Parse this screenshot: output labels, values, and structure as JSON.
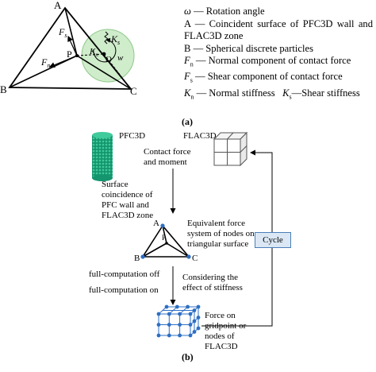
{
  "panel_a": {
    "vertices": {
      "a": "A",
      "b": "B",
      "c": "C",
      "p": "P",
      "o": "O"
    },
    "labels": {
      "fs": "F",
      "fs_sub": "s",
      "fn": "F",
      "fn_sub": "n",
      "ks": "K",
      "ks_sub": "s",
      "kn": "K",
      "kn_sub": "n",
      "omega": "w"
    },
    "legend": [
      {
        "sym": "ω",
        "sub": "",
        "text": "— Rotation angle"
      },
      {
        "sym": "A",
        "sub": "",
        "text": "— Coincident surface of PFC3D wall and FLAC3D zone"
      },
      {
        "sym": "B",
        "sub": "",
        "text": "— Spherical discrete particles"
      },
      {
        "sym": "F",
        "sub": "n",
        "text": "— Normal component of contact force"
      },
      {
        "sym": "F",
        "sub": "s",
        "text": "— Shear component of contact force"
      },
      {
        "sym": "K",
        "sub": "n",
        "text": "— Normal stiffness",
        "sym2": "K",
        "sub2": "s",
        "text2": "—Shear stiffness"
      }
    ],
    "caption": "(a)"
  },
  "panel_b": {
    "pfc_label": "PFC3D",
    "flac_label": "FLAC3D",
    "contact_force": "Contact force and moment",
    "surface_coincidence": "Surface coincidence of PFC wall and FLAC3D zone",
    "equivalent": "Equivalent force system of nodes on triangular surface",
    "full_off": "full-computation off",
    "full_on": "full-computation on",
    "considering": "Considering the effect of stiffness",
    "force_on": "Force on gridpoint or nodes of FLAC3D",
    "cycle": "Cycle",
    "tri": {
      "a": "A",
      "b": "B",
      "c": "C",
      "p": "P"
    },
    "caption": "(b)"
  },
  "colors": {
    "particle": "#1aa37a",
    "circle_fill": "#cfeccb",
    "circle_stroke": "#8fc98a",
    "node": "#2d6fc4",
    "cycle_box": "#dbe7f5"
  }
}
